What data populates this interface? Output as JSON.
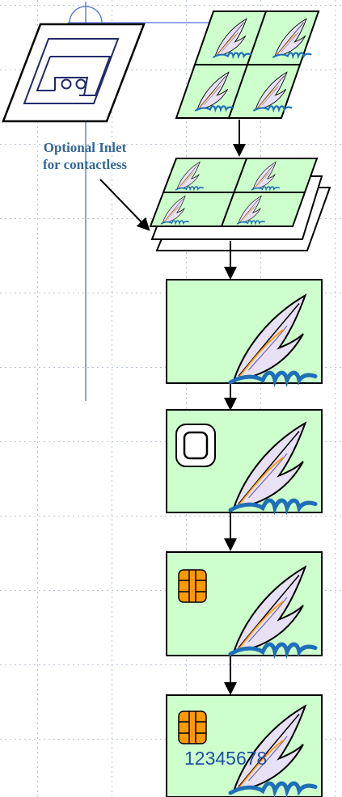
{
  "inlet_label": {
    "line1": "Optional Inlet",
    "line2": "for contactless"
  },
  "card_number": "12345678",
  "colors": {
    "card_fill": "#ccffcc",
    "stroke": "#000000",
    "accent_line": "#4d6fd6",
    "label_text": "#336699",
    "chip": "#ff9900",
    "number_text": "#1f4fa8"
  },
  "icons": [
    "quill-signature-icon",
    "antenna-inlet-icon",
    "contact-chip-icon",
    "empty-chip-cavity-icon",
    "down-arrow-icon"
  ]
}
